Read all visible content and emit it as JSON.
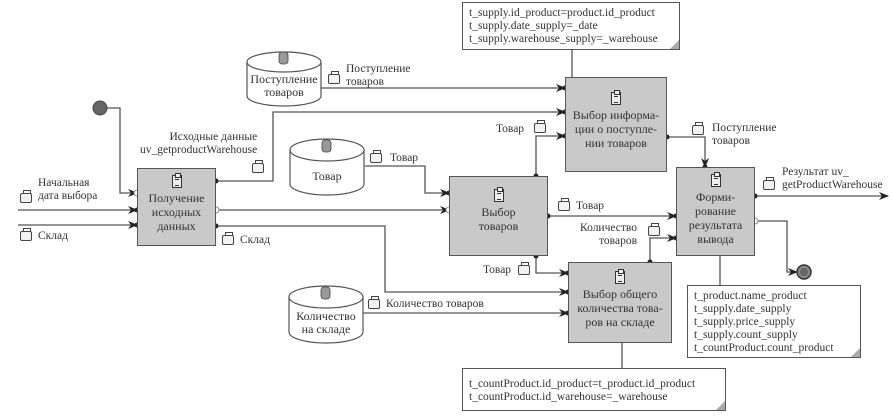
{
  "processes": {
    "get_initial": "Получение исходных данных",
    "select_products": "Выбор товаров",
    "select_supply_info": "Выбор информа-ции о поступле-нии товаров",
    "select_total_count": "Выбор общего количества това-ров на складе",
    "form_result": "Форми-рование результата вывода"
  },
  "process_lines": {
    "get_initial": [
      "Получение",
      "исходных",
      "данных"
    ],
    "select_products": [
      "Выбор",
      "товаров"
    ],
    "select_supply_info": [
      "Выбор информа-",
      "ции о поступле-",
      "нии товаров"
    ],
    "select_total_count": [
      "Выбор общего",
      "количества това-",
      "ров на складе"
    ],
    "form_result": [
      "Форми-",
      "рование",
      "результата",
      "вывода"
    ]
  },
  "datastores": {
    "supply": [
      "Поступление",
      "товаров"
    ],
    "product": [
      "Товар"
    ],
    "count": [
      "Количество",
      "на складе"
    ]
  },
  "labels": {
    "start_date": [
      "Начальная",
      "дата выбора"
    ],
    "warehouse_in": "Склад",
    "initial_data": [
      "Исходные данные",
      "uv_getproductWarehouse"
    ],
    "warehouse_out": "Склад",
    "supply_flow": [
      "Поступление",
      "товаров"
    ],
    "product_flow": "Товар",
    "product_to_supply": "Товар",
    "product_to_result": "Товар",
    "product_to_count": "Товар",
    "count_flow": "Количество товаров",
    "count_to_result": [
      "Количество",
      "товаров"
    ],
    "supply_to_result": [
      "Поступление",
      "товаров"
    ],
    "result": [
      "Результат uv_",
      "getProductWarehouse"
    ]
  },
  "notes": {
    "supply_conditions": [
      "t_supply.id_product=product.id_product",
      "t_supply.date_supply=_date",
      "t_supply.warehouse_supply=_warehouse"
    ],
    "result_fields": [
      "t_product.name_product",
      "t_supply.date_supply",
      "t_supply.price_supply",
      "t_supply.count_supply",
      "t_countProduct.count_product"
    ],
    "count_conditions": [
      "t_countProduct.id_product=t_product.id_product",
      "t_countProduct.id_warehouse=_warehouse"
    ]
  },
  "colors": {
    "process_fill": "#c9c9c9",
    "line": "#555555",
    "start_event": "#666666",
    "end_event": "#777777"
  }
}
